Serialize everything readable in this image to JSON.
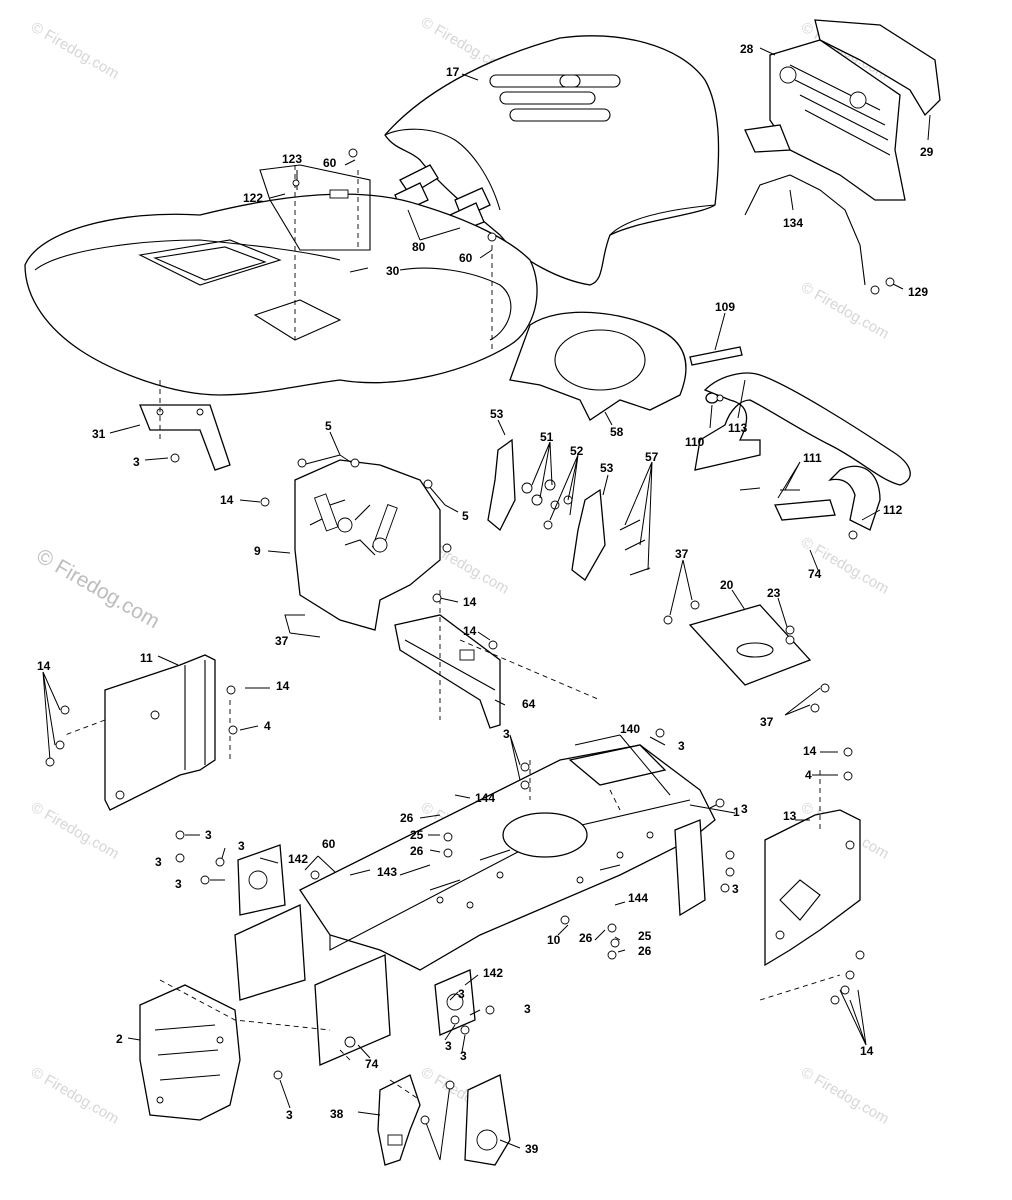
{
  "watermark": {
    "small": "© Firedog.com",
    "large": "© Firedog.com"
  },
  "callouts": {
    "c17": "17",
    "c28": "28",
    "c29": "29",
    "c134": "134",
    "c129": "129",
    "c123": "123",
    "c60a": "60",
    "c122": "122",
    "c80": "80",
    "c60b": "60",
    "c30": "30",
    "c109": "109",
    "c110": "110",
    "c113": "113",
    "c58": "58",
    "c31": "31",
    "c3a": "3",
    "c5a": "5",
    "c5b": "5",
    "c14a": "14",
    "c9": "9",
    "c53a": "53",
    "c51": "51",
    "c52": "52",
    "c53b": "53",
    "c57": "57",
    "c111": "111",
    "c112": "112",
    "c74a": "74",
    "c37a": "37",
    "c20": "20",
    "c23": "23",
    "c37b": "37",
    "c14b": "14",
    "c14c": "14",
    "c64": "64",
    "c37c": "37",
    "c11": "11",
    "c14d": "14",
    "c14e": "14",
    "c4a": "4",
    "c3b": "3",
    "c140": "140",
    "c3c": "3",
    "c3d": "3",
    "c14f": "14",
    "c4b": "4",
    "c1": "1",
    "c144a": "144",
    "c26a": "26",
    "c25a": "25",
    "c26b": "26",
    "c3e": "3",
    "c3f": "3",
    "c3g": "3",
    "c3h": "3",
    "c142a": "142",
    "c60c": "60",
    "c143": "143",
    "c3i": "3",
    "c13": "13",
    "c144b": "144",
    "c10": "10",
    "c26c": "26",
    "c25b": "25",
    "c26d": "26",
    "c142b": "142",
    "c3j": "3",
    "c3k": "3",
    "c3l": "3",
    "c3m": "3",
    "c2": "2",
    "c74b": "74",
    "c3n": "3",
    "c14g": "14",
    "c38": "38",
    "c39": "39"
  }
}
